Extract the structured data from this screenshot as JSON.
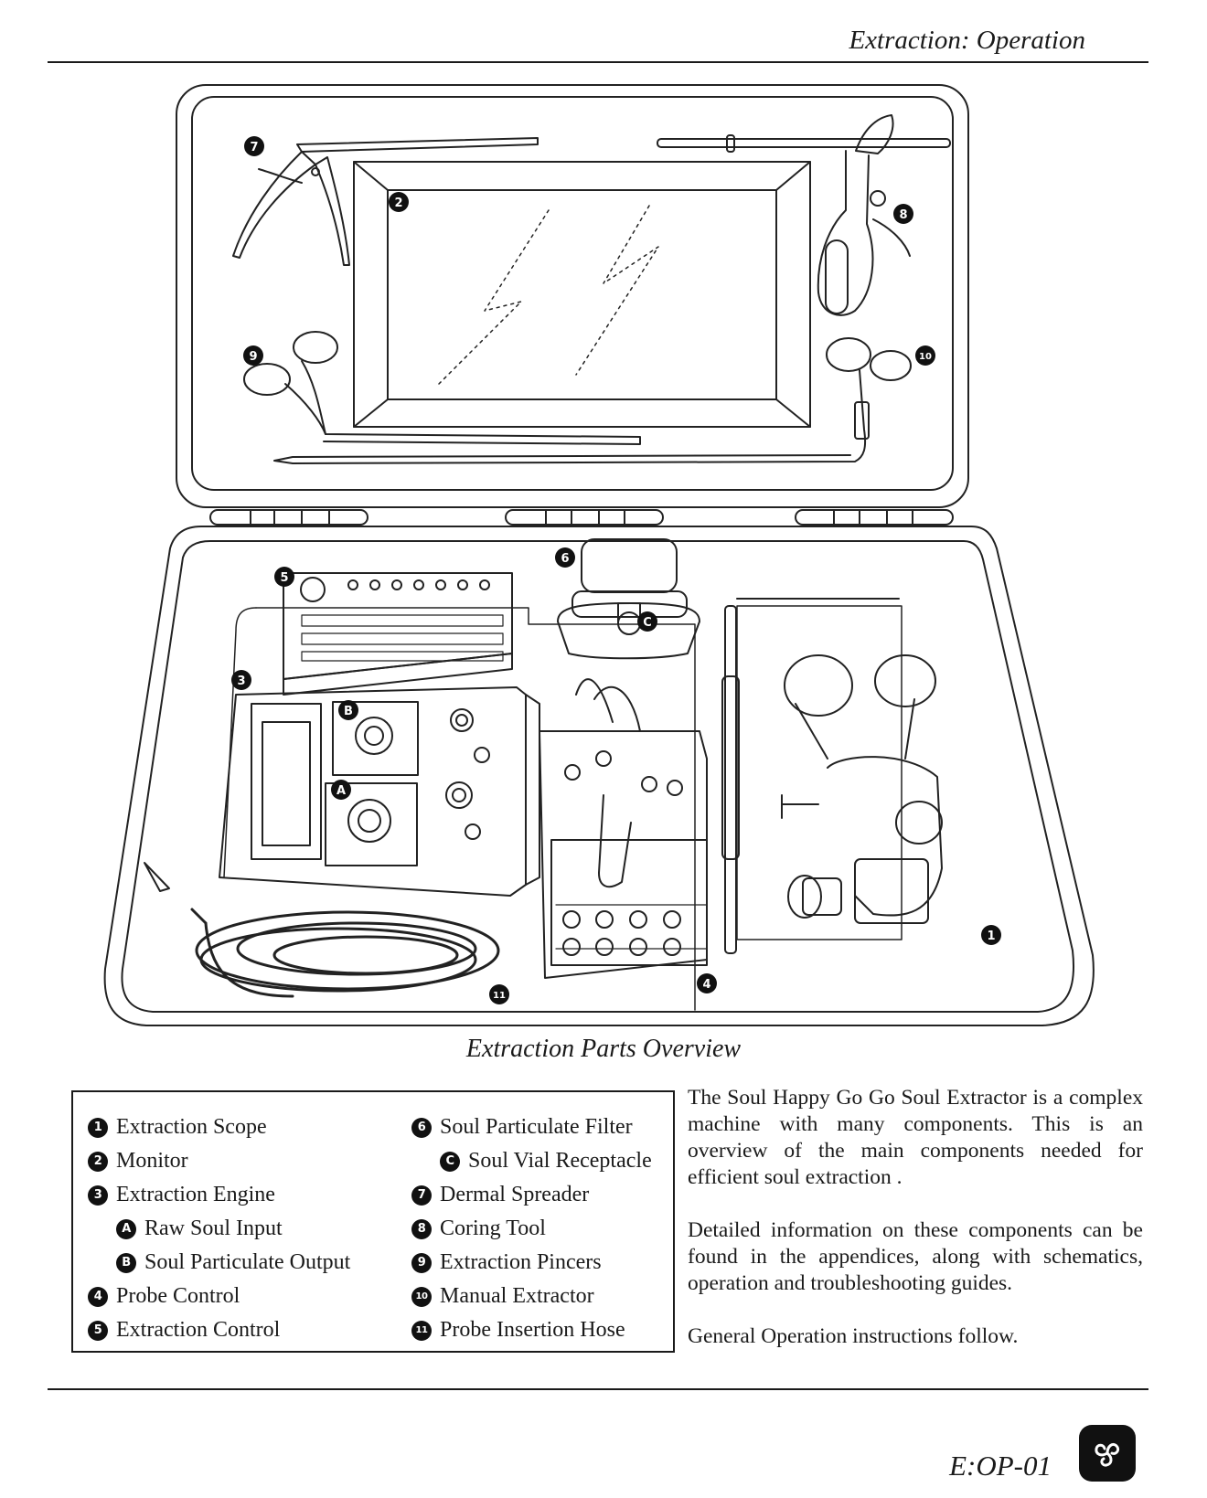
{
  "header": {
    "title": "Extraction: Operation"
  },
  "figure": {
    "caption": "Extraction Parts Overview",
    "callouts": [
      "1",
      "2",
      "3",
      "4",
      "5",
      "6",
      "C",
      "7",
      "8",
      "9",
      "10",
      "11",
      "A",
      "B"
    ]
  },
  "legend": {
    "left": [
      {
        "badge": "1",
        "label": "Extraction Scope"
      },
      {
        "badge": "2",
        "label": "Monitor"
      },
      {
        "badge": "3",
        "label": "Extraction Engine"
      },
      {
        "badge": "A",
        "label": "Raw Soul Input"
      },
      {
        "badge": "B",
        "label": "Soul Particulate Output"
      },
      {
        "badge": "4",
        "label": "Probe Control"
      },
      {
        "badge": "5",
        "label": "Extraction Control"
      }
    ],
    "right": [
      {
        "badge": "6",
        "label": "Soul Particulate Filter"
      },
      {
        "badge": "C",
        "label": "Soul Vial Receptacle"
      },
      {
        "badge": "7",
        "label": "Dermal Spreader"
      },
      {
        "badge": "8",
        "label": "Coring Tool"
      },
      {
        "badge": "9",
        "label": "Extraction Pincers"
      },
      {
        "badge": "10",
        "label": "Manual Extractor"
      },
      {
        "badge": "11",
        "label": "Probe Insertion Hose"
      }
    ]
  },
  "description": {
    "p1": "The Soul Happy Go Go Soul Extractor is a complex machine with many components. This is an overview of the main components needed for efficient soul extraction .",
    "p2": "Detailed information on these components can be found in the appendices, along with schematics, operation and troubleshooting guides.",
    "p3": "General Operation instructions follow."
  },
  "footer": {
    "code": "E:OP-01",
    "logo_icon": "triple-swirl-logo-icon"
  }
}
